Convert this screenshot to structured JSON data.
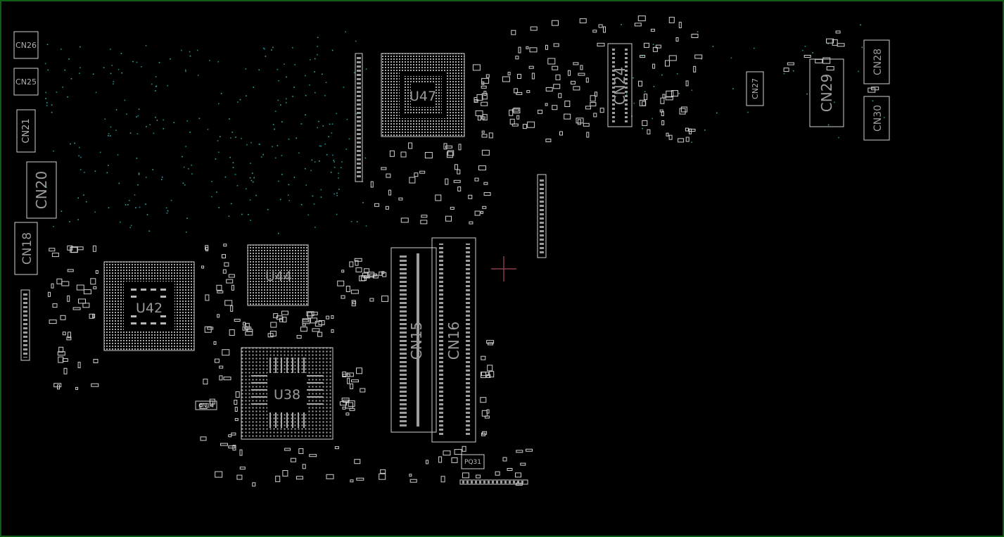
{
  "viewer": {
    "title": ""
  },
  "components": {
    "u47": "U47",
    "u42": "U42",
    "u44": "U44",
    "u38": "U38",
    "cn15": "CN15",
    "cn16": "CN16",
    "cn24": "CN24",
    "cn29": "CN29",
    "cn30": "CN30",
    "cn28": "CN28",
    "cn27": "CN27",
    "cn26": "CN26",
    "cn25": "CN25",
    "cn21": "CN21",
    "cn20": "CN20",
    "cn18": "CN18",
    "cn14": "CN14",
    "pq31": "PQ31"
  },
  "colors": {
    "border": "#0b5e12",
    "outline": "#cfcfcf",
    "via": "#1d8c8c",
    "cursor": "#8a3a4a"
  }
}
